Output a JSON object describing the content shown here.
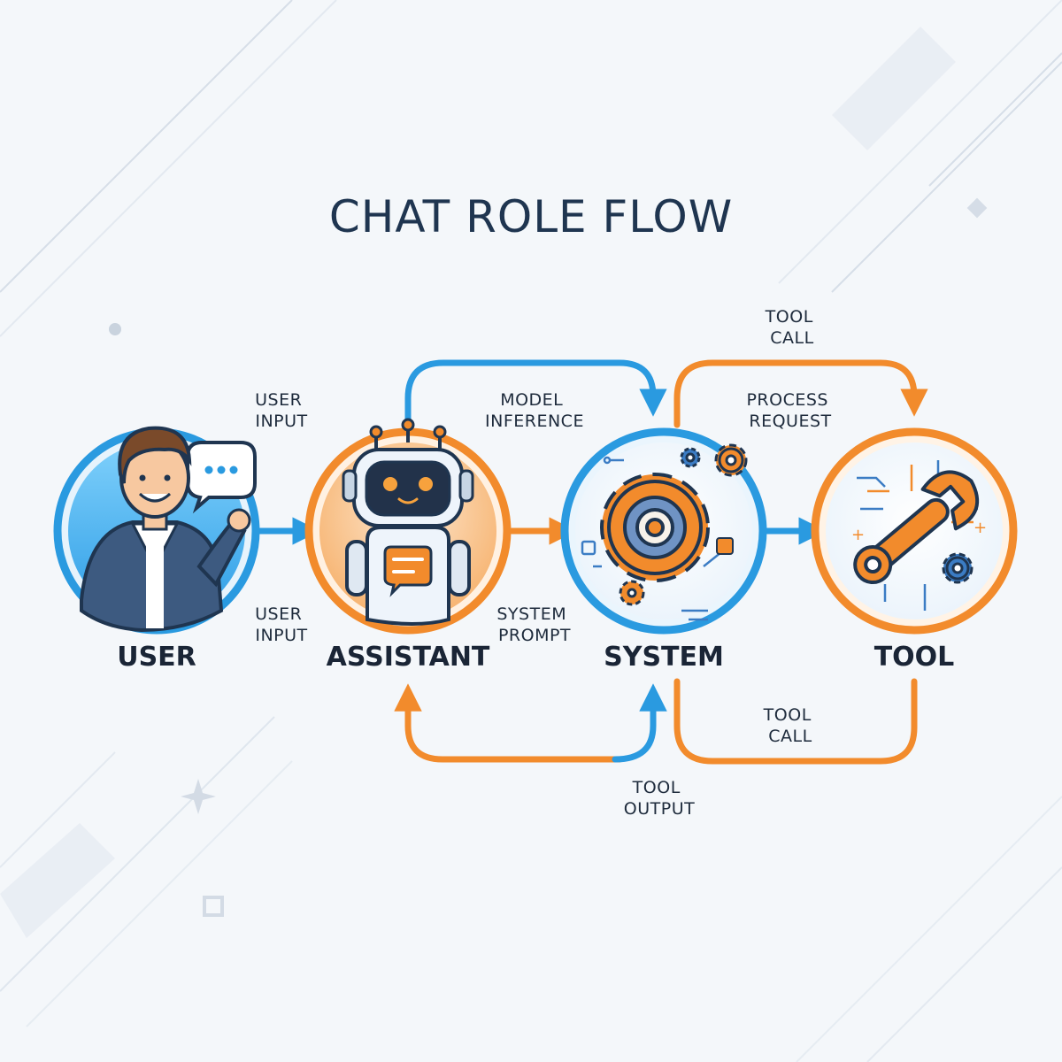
{
  "title": "CHAT ROLE FLOW",
  "colors": {
    "blue": "#2a9ae0",
    "orange": "#f28b2c",
    "text": "#1e2b3c",
    "background": "#f4f7fa"
  },
  "nodes": {
    "user": {
      "label": "USER",
      "icon": "person-speech-bubble-icon"
    },
    "assistant": {
      "label": "ASSISTANT",
      "icon": "robot-icon"
    },
    "system": {
      "label": "SYSTEM",
      "icon": "gears-icon"
    },
    "tool": {
      "label": "TOOL",
      "icon": "wrench-icon"
    }
  },
  "edges": {
    "user_input_top": [
      "USER",
      "INPUT"
    ],
    "user_input_bottom": [
      "USER",
      "INPUT"
    ],
    "model_inference": [
      "MODEL",
      "INFERENCE"
    ],
    "system_prompt": [
      "SYSTEM",
      "PROMPT"
    ],
    "tool_call_top": [
      "TOOL",
      "CALL"
    ],
    "process_request": [
      "PROCESS",
      "REQUEST"
    ],
    "tool_call_bottom": [
      "TOOL",
      "CALL"
    ],
    "tool_output": [
      "TOOL",
      "OUTPUT"
    ]
  }
}
